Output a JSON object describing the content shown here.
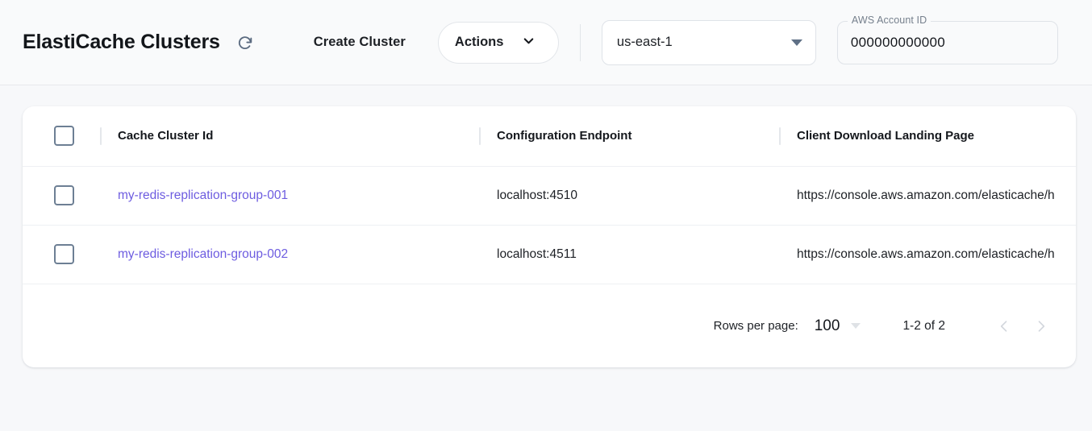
{
  "header": {
    "title": "ElastiCache Clusters",
    "refresh_icon": "refresh-icon",
    "create_button": "Create Cluster",
    "actions_button": "Actions",
    "actions_chevron_icon": "chevron-down-icon",
    "region": {
      "value": "us-east-1",
      "dropdown_icon": "triangle-down-icon"
    },
    "account": {
      "label": "AWS Account ID",
      "value": "000000000000"
    }
  },
  "table": {
    "columns": [
      "Cache Cluster Id",
      "Configuration Endpoint",
      "Client Download Landing Page"
    ],
    "select_all_checkbox": "checkbox-unchecked",
    "rows": [
      {
        "checkbox": "checkbox-unchecked",
        "cluster_id": "my-redis-replication-group-001",
        "configuration_endpoint": "localhost:4510",
        "landing_page": "https://console.aws.amazon.com/elasticache/h"
      },
      {
        "checkbox": "checkbox-unchecked",
        "cluster_id": "my-redis-replication-group-002",
        "configuration_endpoint": "localhost:4511",
        "landing_page": "https://console.aws.amazon.com/elasticache/h"
      }
    ]
  },
  "pagination": {
    "rows_per_page_label": "Rows per page:",
    "rows_per_page_value": "100",
    "rows_per_page_icon": "triangle-down-icon",
    "range_label": "1-2 of 2",
    "prev_icon": "chevron-left-icon",
    "next_icon": "chevron-right-icon"
  },
  "colors": {
    "link": "#6d5ce0",
    "page_background": "#f7f8fa",
    "card_background": "#ffffff",
    "checkbox_border": "#6d7f94"
  }
}
